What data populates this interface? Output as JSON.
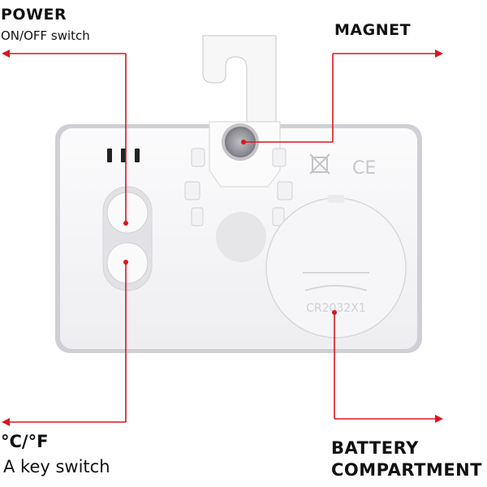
{
  "callouts": {
    "power": {
      "title": "POWER",
      "subtitle": "ON/OFF switch"
    },
    "magnet": {
      "title": "MAGNET"
    },
    "unit_key": {
      "title": "°C/°F",
      "subtitle": "A key switch"
    },
    "battery": {
      "line1": "BATTERY",
      "line2": "COMPARTMENT"
    }
  },
  "device": {
    "battery_cover_marking": "CR2032X1",
    "ce_mark": "CE"
  },
  "colors": {
    "callout_line": "#d9161e",
    "device_body": "#f4f4f6",
    "device_frame": "#c8c8cc"
  }
}
